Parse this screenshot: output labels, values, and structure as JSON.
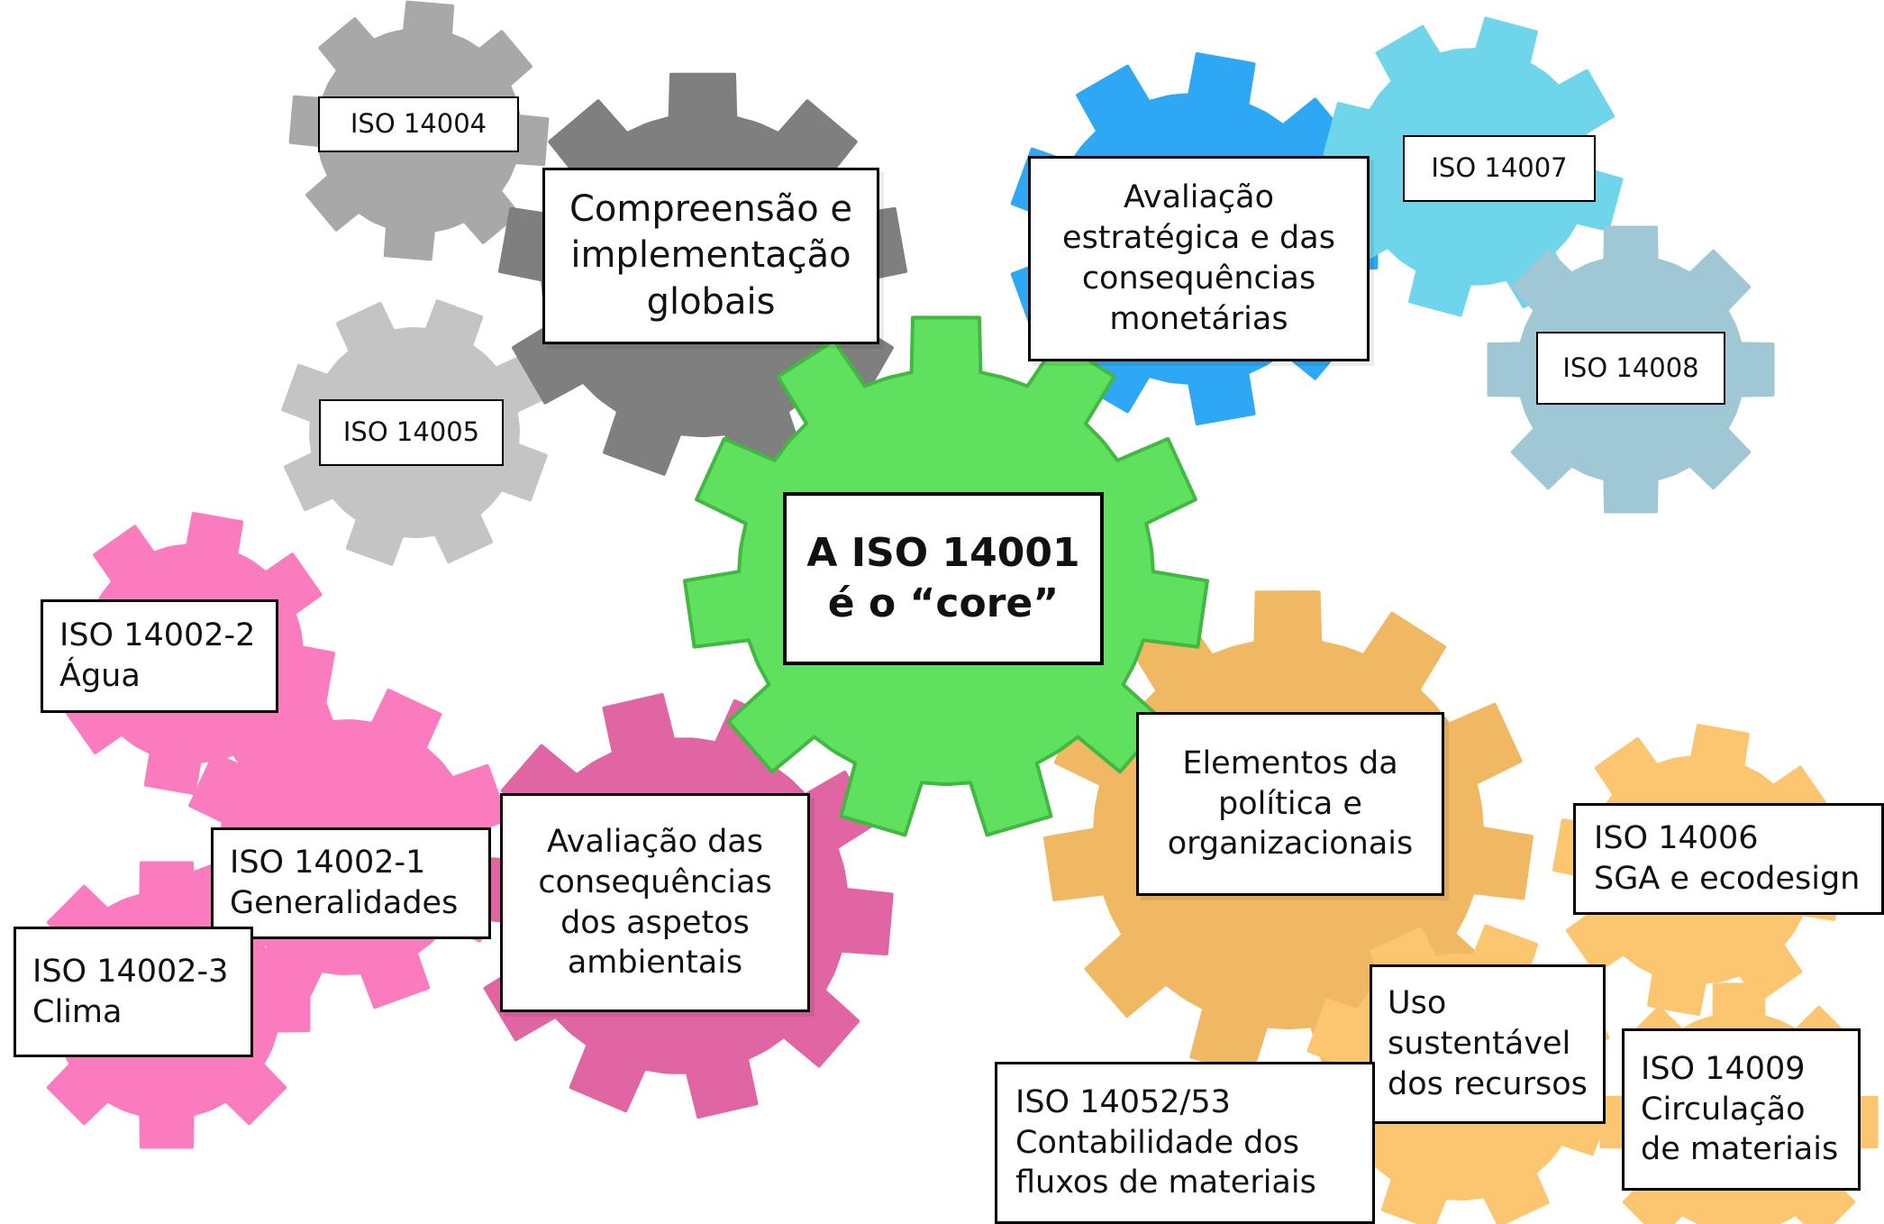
{
  "colors": {
    "core": "#5fe05f",
    "core_edge": "#42b842",
    "gray_light": "#c4c4c4",
    "gray_mid": "#a8a8a8",
    "gray_dark": "#7f7f7f",
    "blue": "#2ea8f5",
    "cyan": "#6fd5ea",
    "steel": "#9fc7d4",
    "pink": "#fb7bbf",
    "pink_dark": "#e065a2",
    "orange": "#f1b864",
    "orange_light": "#fcc671"
  },
  "center": {
    "line1": "A ISO 14001",
    "line2": "é o “core”"
  },
  "gray_group": {
    "main": [
      "Compreensão e",
      "implementação",
      "globais"
    ],
    "iso_14004": "ISO 14004",
    "iso_14005": "ISO 14005"
  },
  "blue_group": {
    "main": [
      "Avaliação",
      "estratégica e das",
      "consequências",
      "monetárias"
    ],
    "iso_14007": "ISO 14007",
    "iso_14008": "ISO 14008"
  },
  "pink_group": {
    "main": [
      "Avaliação das",
      "consequências",
      "dos aspetos",
      "ambientais"
    ],
    "iso_14002_2": [
      "ISO 14002-2",
      "Água"
    ],
    "iso_14002_1": [
      "ISO 14002-1",
      "Generalidades"
    ],
    "iso_14002_3": [
      "ISO 14002-3",
      "Clima"
    ]
  },
  "orange_group": {
    "main": [
      "Elementos da",
      "política e",
      "organizacionais"
    ],
    "iso_14006": [
      "ISO 14006",
      "SGA e ecodesign"
    ],
    "uso": [
      "Uso",
      "sustentável",
      "dos recursos"
    ],
    "iso_14009": [
      "ISO 14009",
      "Circulação",
      "de materiais"
    ],
    "iso_14052": [
      "ISO 14052/53",
      "Contabilidade dos",
      "fluxos de materiais"
    ]
  }
}
